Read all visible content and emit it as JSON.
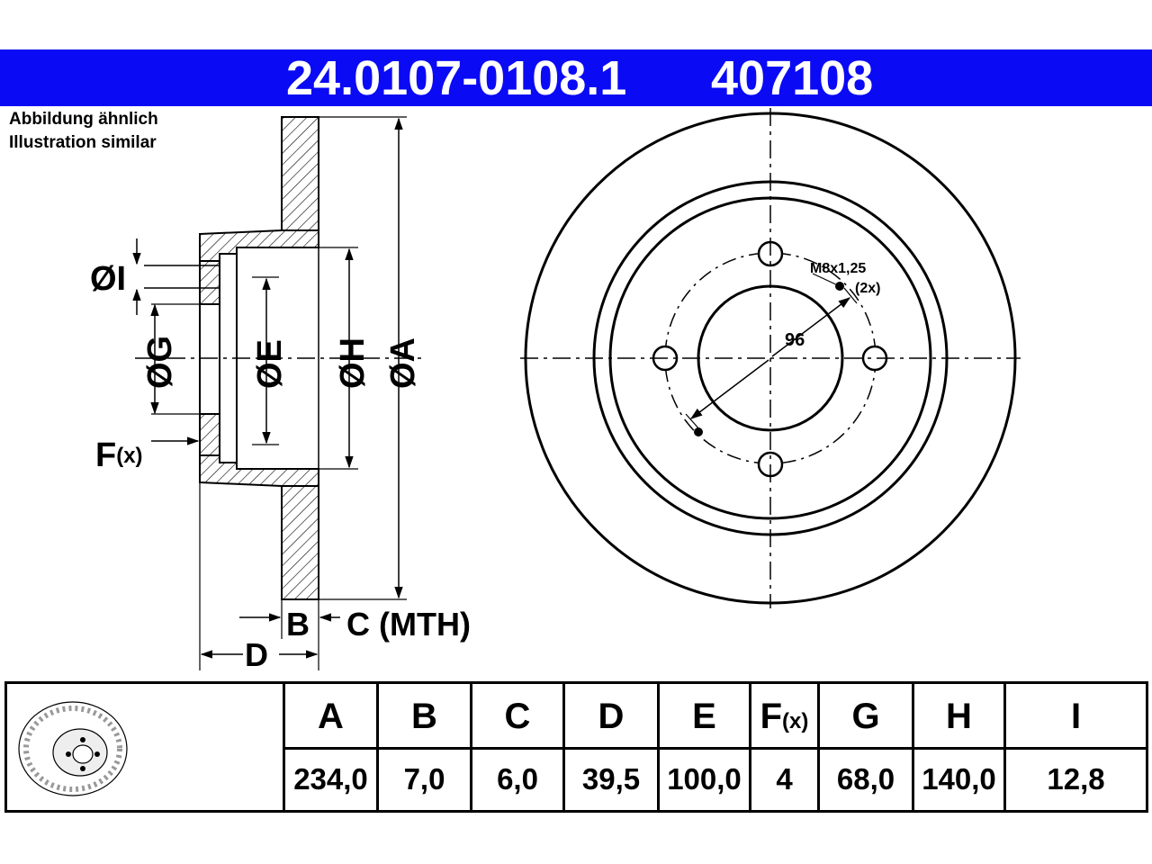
{
  "header": {
    "part_number": "24.0107-0108.1",
    "ref_number": "407108"
  },
  "note": {
    "line1": "Abbildung ähnlich",
    "line2": "Illustration similar"
  },
  "section_labels": {
    "I": "ØI",
    "G": "ØG",
    "E": "ØE",
    "H": "ØH",
    "A": "ØA",
    "F": "F",
    "F_suffix": "(x)",
    "B": "B",
    "C": "C (MTH)",
    "D": "D"
  },
  "front_labels": {
    "thread": "M8x1,25",
    "thread_count": "(2x)",
    "pcd": "96"
  },
  "table": {
    "headers": [
      "A",
      "B",
      "C",
      "D",
      "E",
      "F",
      "G",
      "H",
      "I"
    ],
    "header_f_suffix": "(x)",
    "values": [
      "234,0",
      "7,0",
      "6,0",
      "39,5",
      "100,0",
      "4",
      "68,0",
      "140,0",
      "12,8"
    ]
  },
  "colors": {
    "header_bg": "#0a0af5",
    "header_text": "#ffffff"
  }
}
